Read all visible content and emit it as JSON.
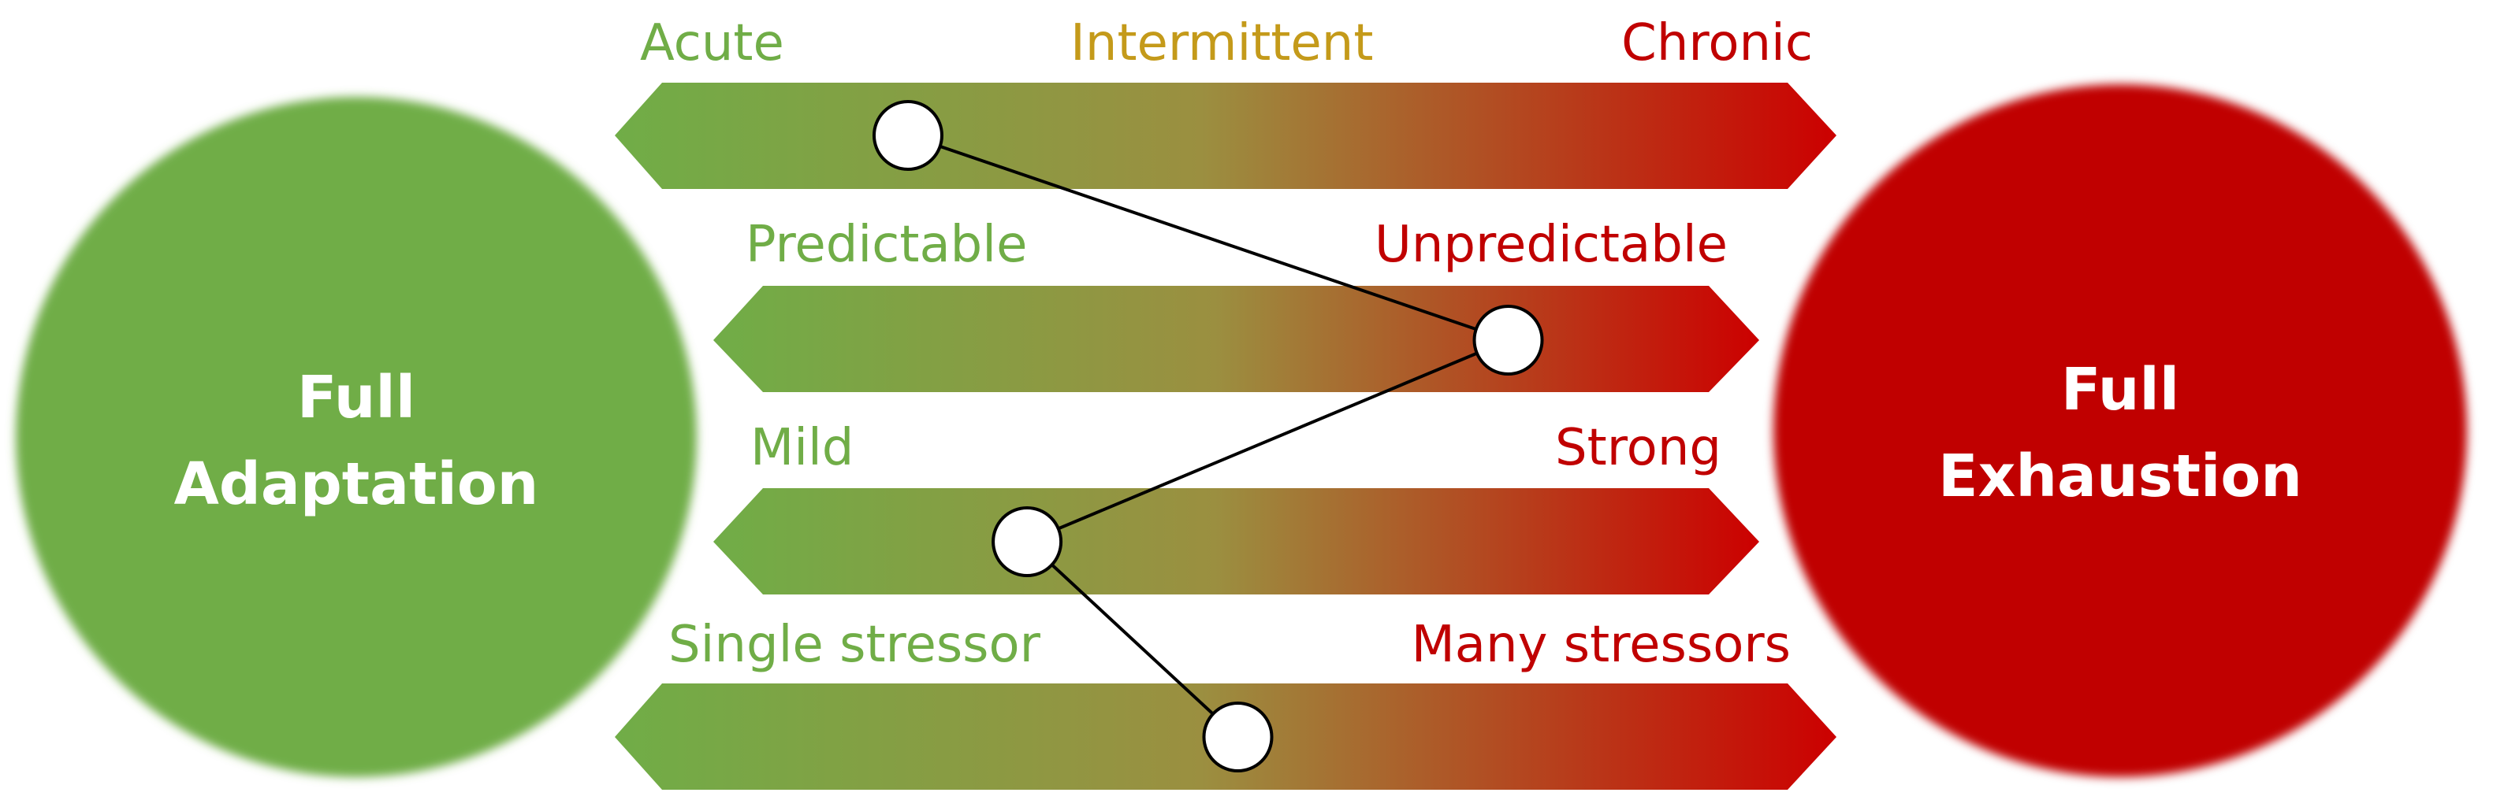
{
  "colors": {
    "adapt": "#70ad47",
    "mid": "#c49a1a",
    "exhaust": "#c00000",
    "bar_left": "#70ad47",
    "bar_mid": "#9b8f40",
    "bar_right": "#cc0000"
  },
  "left_circle": {
    "line1": "Full",
    "line2": "Adaptation"
  },
  "right_circle": {
    "line1": "Full",
    "line2": "Exhaustion"
  },
  "scales": [
    {
      "left": "Acute",
      "middle": "Intermittent",
      "right": "Chronic",
      "marker": 0.24
    },
    {
      "left": "Predictable",
      "right": "Unpredictable",
      "marker": 0.76
    },
    {
      "left": "Mild",
      "right": "Strong",
      "marker": 0.3
    },
    {
      "left": "Single stressor",
      "right": "Many stressors",
      "marker": 0.51
    }
  ]
}
